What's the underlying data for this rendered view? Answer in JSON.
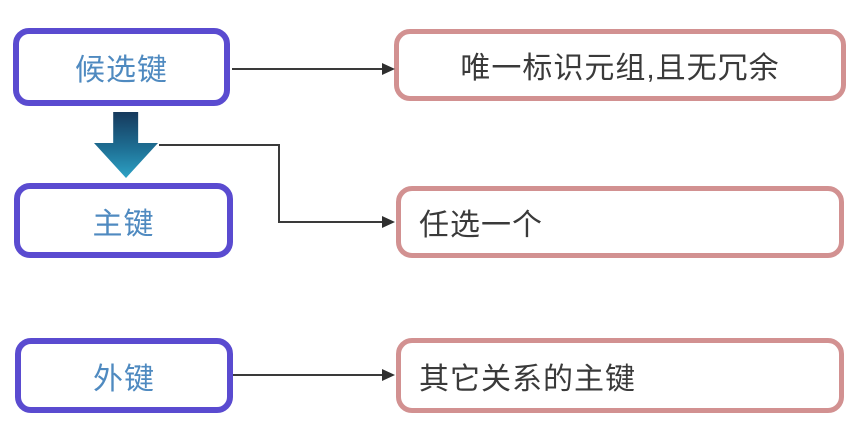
{
  "nodes": {
    "candidate_key": {
      "label": "候选键"
    },
    "primary_key": {
      "label": "主键"
    },
    "foreign_key": {
      "label": "外键"
    },
    "candidate_key_desc": {
      "label": "唯一标识元组,且无冗余"
    },
    "primary_key_desc": {
      "label": "任选一个"
    },
    "foreign_key_desc": {
      "label": "其它关系的主键"
    }
  },
  "edges": [
    {
      "from": "candidate_key",
      "to": "candidate_key_desc",
      "style": "thin-arrow"
    },
    {
      "from": "candidate_key",
      "to": "primary_key",
      "style": "block-arrow"
    },
    {
      "from": "block_arrow",
      "to": "primary_key_desc",
      "style": "thin-elbow-arrow"
    },
    {
      "from": "foreign_key",
      "to": "foreign_key_desc",
      "style": "thin-arrow"
    }
  ],
  "colors": {
    "key_box_border": "#5a4bd0",
    "key_text": "#4f8ac0",
    "desc_box_border": "#d29191",
    "desc_text": "#3a3a3a",
    "connector": "#3a3a3a",
    "block_arrow_gradient_top": "#16395c",
    "block_arrow_gradient_bottom": "#2da2c5",
    "background": "#ffffff"
  }
}
